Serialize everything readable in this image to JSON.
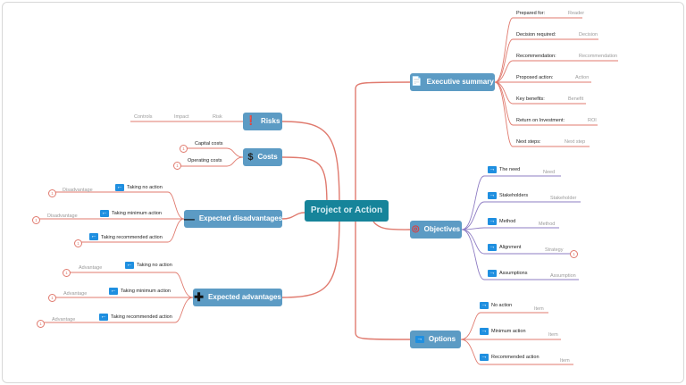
{
  "central": "Project or Action",
  "colors": {
    "branch": "#e07a6e",
    "topic": "#5c9bc4",
    "central": "#16849a",
    "arrow": "#1f8fe0",
    "objective_line": "#8e7cc3"
  },
  "executive": {
    "title": "Executive summary",
    "icon": "document-icon",
    "items": [
      {
        "label": "Prepared for:",
        "value": "Reader"
      },
      {
        "label": "Decision required:",
        "value": "Decision"
      },
      {
        "label": "Recommendation:",
        "value": "Recommendation"
      },
      {
        "label": "Proposed action:",
        "value": "Action"
      },
      {
        "label": "Key benefits:",
        "value": "Benefit"
      },
      {
        "label": "Return on Investment:",
        "value": "ROI"
      },
      {
        "label": "Next steps:",
        "value": "Next step"
      }
    ]
  },
  "objectives": {
    "title": "Objectives",
    "icon": "target-icon",
    "items": [
      {
        "label": "The need",
        "value": "Need"
      },
      {
        "label": "Stakeholders",
        "value": "Stakeholder"
      },
      {
        "label": "Method",
        "value": "Method"
      },
      {
        "label": "Alignment",
        "value": "Strategy",
        "badge": "1"
      },
      {
        "label": "Assumptions",
        "value": "Assumption"
      }
    ]
  },
  "options": {
    "title": "Options",
    "icon": "arrow-right-icon",
    "items": [
      {
        "label": "No action",
        "value": "Item"
      },
      {
        "label": "Minimum action",
        "value": "Item"
      },
      {
        "label": "Recommended action",
        "value": "Item"
      }
    ]
  },
  "risks": {
    "title": "Risks",
    "icon": "exclamation-icon",
    "columns": [
      "Controls",
      "Impact",
      "Risk"
    ]
  },
  "costs": {
    "title": "Costs",
    "icon": "dollar-icon",
    "items": [
      {
        "label": "Capital costs",
        "badge": "1"
      },
      {
        "label": "Operating costs",
        "badge": "1"
      }
    ]
  },
  "disadvantages": {
    "title": "Expected disadvantages",
    "icon": "minus-icon",
    "items": [
      {
        "label": "Taking no action",
        "value": "Disadvantage",
        "badge": "1"
      },
      {
        "label": "Taking minimum action",
        "value": "Disadvantage",
        "badge": "1"
      },
      {
        "label": "Taking recommended action",
        "value": "",
        "badge": "1"
      }
    ]
  },
  "advantages": {
    "title": "Expected advantages",
    "icon": "plus-icon",
    "items": [
      {
        "label": "Taking no action",
        "value": "Advantage",
        "badge": "1"
      },
      {
        "label": "Taking minimum action",
        "value": "Advantage",
        "badge": "1"
      },
      {
        "label": "Taking recommended action",
        "value": "Advantage",
        "badge": "1"
      }
    ]
  }
}
